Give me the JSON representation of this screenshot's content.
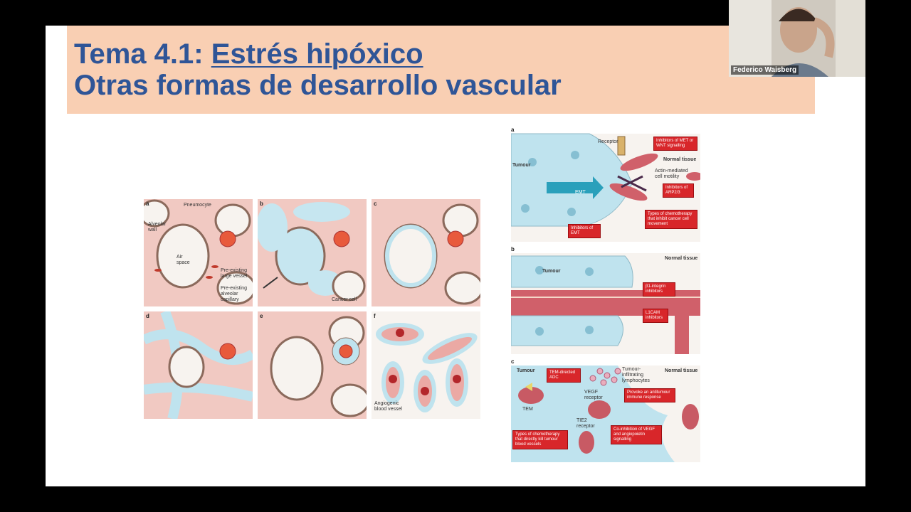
{
  "slide": {
    "title_prefix": "Tema 4.1: ",
    "title_link": "Estrés hipóxico",
    "subtitle": "Otras formas de desarrollo vascular"
  },
  "left_figure": {
    "panels": [
      "a",
      "b",
      "c",
      "d",
      "e",
      "f"
    ],
    "labels": {
      "pneumocyte": "Pneumocyte",
      "alveolar_wall": "Alveolar wall",
      "air_space": "Air space",
      "large_vessel": "Pre-existing large vessel",
      "alveolar_capillary": "Pre-existing alveolar capillary",
      "cancer_cell": "Cancer cell",
      "angiogenic_vessel": "Angiogenic blood vessel"
    }
  },
  "right_figure": {
    "a": {
      "label": "a",
      "receptor": "Receptor",
      "tumour": "Tumour",
      "normal_tissue": "Normal tissue",
      "actin": "Actin-mediated cell motility",
      "emt": "EMT",
      "inhibitors_met": "Inhibitors of MET or WNT signalling",
      "inhibitors_arp": "Inhibitors of ARP2/3",
      "chemo_motility": "Types of chemotherapy that inhibit cancer cell movement",
      "inhibitors_emt": "Inhibitors of EMT"
    },
    "b": {
      "label": "b",
      "tumour": "Tumour",
      "normal_tissue": "Normal tissue",
      "integrin": "β1-integrin inhibitors",
      "l1cam": "L1CAM inhibitors"
    },
    "c": {
      "label": "c",
      "tumour": "Tumour",
      "normal_tissue": "Normal tissue",
      "tem_adc": "TEM-directed ADC",
      "tem": "TEM",
      "lymphocytes": "Tumour-infiltrating lymphocytes",
      "vegf_receptor": "VEGF receptor",
      "antitumour": "Provoke an antitumour immune response",
      "tie2": "TIE2 receptor",
      "coinhibition": "Co-inhibition of VEGF and angiopoietin signalling",
      "chemo_kill": "Types of chemotherapy that directly kill tumour blood vessels"
    }
  },
  "video": {
    "participant_name": "Federico Waisberg"
  },
  "colors": {
    "title": "#2f5597",
    "band": "#f9cfb3",
    "tissue": "#f0c8c0",
    "cells": "#bfe3ee",
    "red": "#d8262a"
  }
}
